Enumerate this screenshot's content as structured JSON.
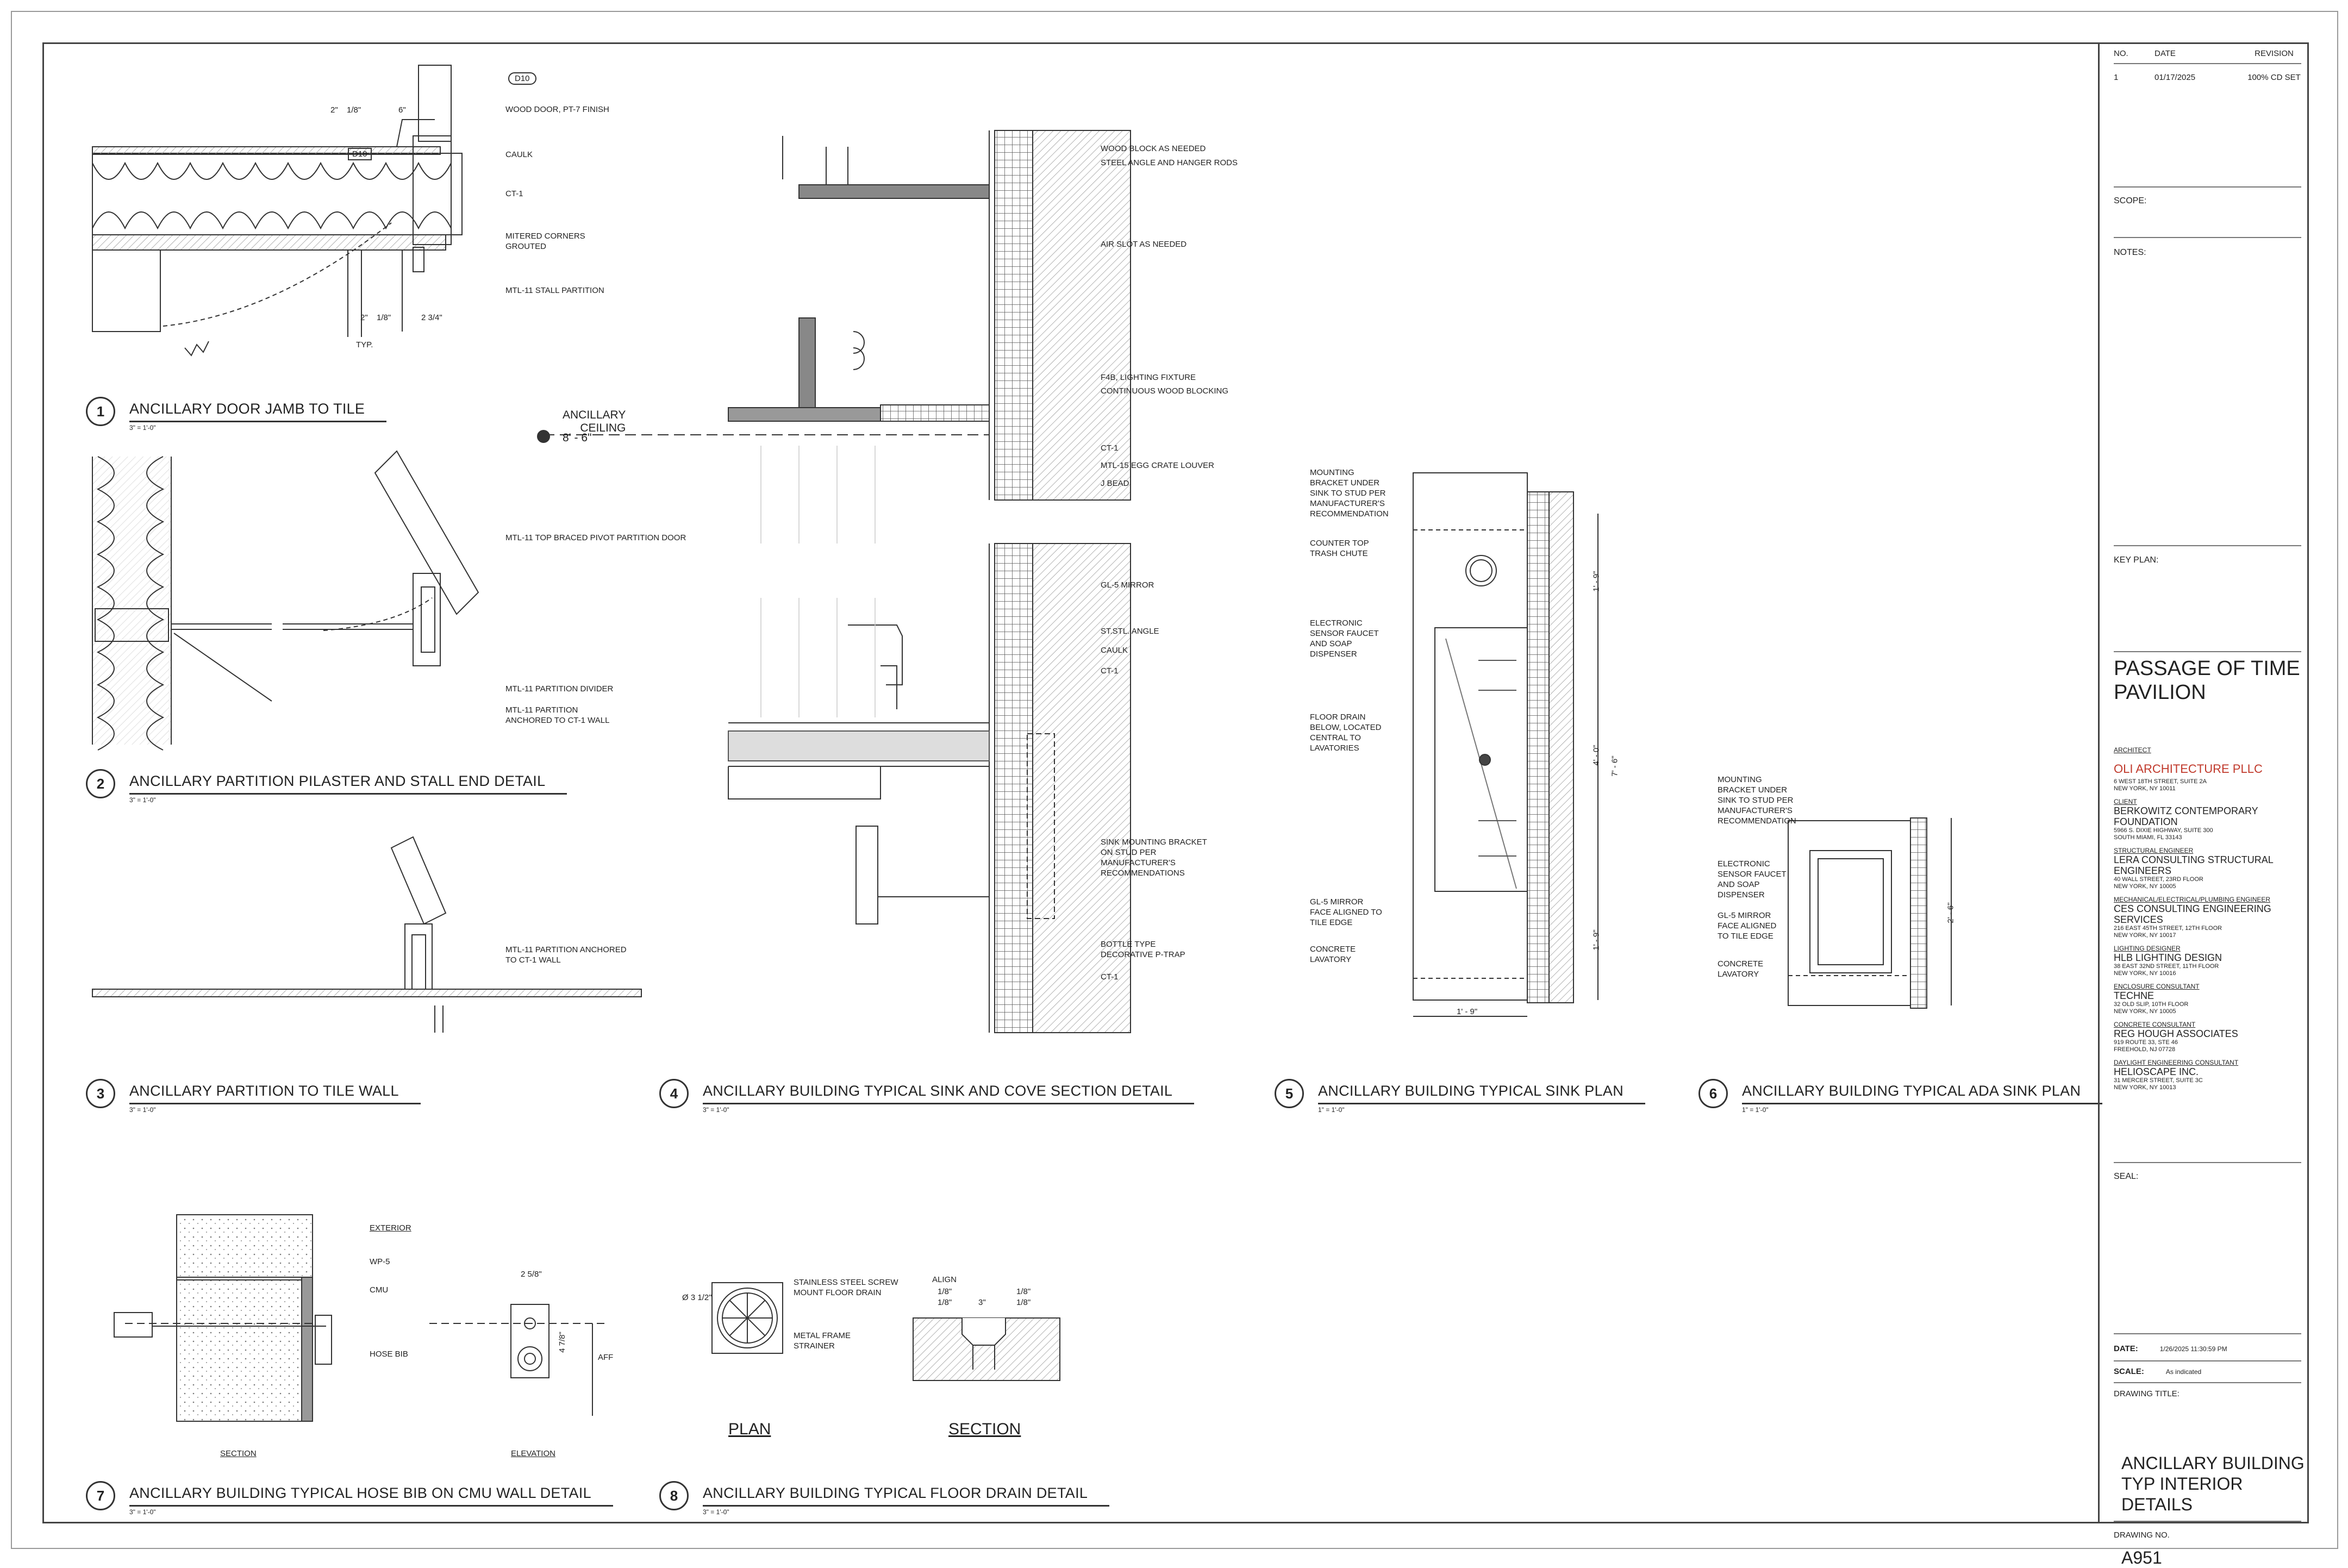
{
  "details": [
    {
      "num": "1",
      "title": "ANCILLARY DOOR JAMB TO TILE",
      "scale": "3\" = 1'-0\"",
      "labels": [
        "WOOD DOOR, PT-7 FINISH",
        "CAULK",
        "CT-1",
        "MITERED CORNERS\nGROUTED",
        "MTL-11 STALL PARTITION"
      ],
      "dims": [
        "2\"",
        "1/8\"",
        "6\"",
        "2\"",
        "1/8\"",
        "2 3/4\"",
        "TYP.",
        "D10",
        "D10"
      ]
    },
    {
      "num": "2",
      "title": "ANCILLARY PARTITION PILASTER AND STALL END DETAIL",
      "scale": "3\" = 1'-0\"",
      "labels": [
        "MTL-11 TOP BRACED PIVOT PARTITION DOOR",
        "MTL-11 PARTITION DIVIDER",
        "MTL-11 PARTITION\nANCHORED TO CT-1 WALL"
      ]
    },
    {
      "num": "3",
      "title": "ANCILLARY PARTITION TO TILE WALL",
      "scale": "3\" = 1'-0\"",
      "labels": [
        "MTL-11 PARTITION ANCHORED\nTO CT-1 WALL"
      ]
    },
    {
      "num": "4",
      "title": "ANCILLARY BUILDING TYPICAL SINK AND COVE SECTION DETAIL",
      "scale": "3\" = 1'-0\"",
      "labels": [
        "WOOD BLOCK AS NEEDED",
        "STEEL ANGLE AND HANGER RODS",
        "AIR SLOT AS NEEDED",
        "F4b, LIGHTING FIXTURE",
        "CONTINUOUS WOOD BLOCKING",
        "CT-1",
        "MTL-15 EGG CRATE LOUVER",
        "J BEAD",
        "GL-5 MIRROR",
        "ST.STL. ANGLE",
        "CAULK",
        "CT-1",
        "SINK MOUNTING BRACKET\nON STUD PER\nMANUFACTURER'S\nRECOMMENDATIONS",
        "BOTTLE TYPE\nDECORATIVE P-TRAP",
        "CT-1"
      ],
      "ceiling": "ANCILLARY\nCEILING",
      "ceiling_height": "8' - 6\""
    },
    {
      "num": "5",
      "title": "ANCILLARY BUILDING TYPICAL SINK PLAN",
      "scale": "1\" = 1'-0\"",
      "labels": [
        "MOUNTING\nBRACKET UNDER\nSINK TO STUD PER\nMANUFACTURER'S\nRECOMMENDATION",
        "COUNTER TOP\nTRASH CHUTE",
        "ELECTRONIC\nSENSOR FAUCET\nAND SOAP\nDISPENSER",
        "FLOOR DRAIN\nBELOW, LOCATED\nCENTRAL TO\nLAVATORIES",
        "GL-5 MIRROR\nFACE ALIGNED TO\nTILE EDGE",
        "CONCRETE\nLAVATORY"
      ],
      "dims": [
        "1' - 9\"",
        "4' - 0\"",
        "7' - 6\"",
        "1' - 9\"",
        "1' - 9\""
      ]
    },
    {
      "num": "6",
      "title": "ANCILLARY BUILDING TYPICAL ADA SINK PLAN",
      "scale": "1\" = 1'-0\"",
      "labels": [
        "MOUNTING\nBRACKET UNDER\nSINK TO STUD PER\nMANUFACTURER'S\nRECOMMENDATION",
        "ELECTRONIC\nSENSOR FAUCET\nAND SOAP\nDISPENSER",
        "GL-5 MIRROR\nFACE ALIGNED\nTO TILE EDGE",
        "CONCRETE\nLAVATORY"
      ],
      "dims": [
        "2' - 6\""
      ]
    },
    {
      "num": "7",
      "title": "ANCILLARY BUILDING TYPICAL HOSE BIB ON CMU WALL DETAIL",
      "scale": "3\" = 1'-0\"",
      "labels": [
        "EXTERIOR",
        "WP-5",
        "CMU",
        "HOSE BIB",
        "SECTION",
        "ELEVATION",
        "AFF"
      ],
      "dims": [
        "2 5/8\"",
        "4 7/8\""
      ]
    },
    {
      "num": "8",
      "title": "ANCILLARY BUILDING TYPICAL FLOOR DRAIN DETAIL",
      "scale": "3\" = 1'-0\"",
      "labels": [
        "STAINLESS STEEL SCREW\nMOUNT FLOOR DRAIN",
        "METAL FRAME\nSTRAINER",
        "ALIGN",
        "PLAN",
        "SECTION"
      ],
      "dims": [
        "Ø 3 1/2\"",
        "1/8\"",
        "1/8\"",
        "3\"",
        "1/8\"",
        "1/8\""
      ]
    }
  ],
  "titleblock": {
    "rev_headers": [
      "NO.",
      "DATE",
      "REVISION"
    ],
    "rev_rows": [
      [
        "1",
        "01/17/2025",
        "100% CD SET"
      ]
    ],
    "scope": "SCOPE:",
    "notes": "NOTES:",
    "keyplan": "KEY PLAN:",
    "project": "PASSAGE OF TIME PAVILION",
    "team": [
      {
        "role": "ARCHITECT",
        "name": "OLI ARCHITECTURE PLLC",
        "addr": "6 WEST 18TH STREET, SUITE 2A\nNEW YORK, NY 10011"
      },
      {
        "role": "CLIENT",
        "name": "BERKOWITZ CONTEMPORARY FOUNDATION",
        "addr": "5966 S. DIXIE HIGHWAY, SUITE 300\nSOUTH MIAMI, FL 33143"
      },
      {
        "role": "STRUCTURAL ENGINEER",
        "name": "LERA CONSULTING STRUCTURAL ENGINEERS",
        "addr": "40 WALL STREET, 23RD FLOOR\nNEW YORK, NY 10005"
      },
      {
        "role": "MECHANICAL/ELECTRICAL/PLUMBING ENGINEER",
        "name": "CES CONSULTING ENGINEERING SERVICES",
        "addr": "216 EAST 45TH STREET, 12TH FLOOR\nNEW YORK, NY 10017"
      },
      {
        "role": "LIGHTING DESIGNER",
        "name": "HLB LIGHTING DESIGN",
        "addr": "38 EAST 32ND STREET, 11TH FLOOR\nNEW YORK, NY 10016"
      },
      {
        "role": "ENCLOSURE CONSULTANT",
        "name": "TECHNE",
        "addr": "32 OLD SLIP, 10TH FLOOR\nNEW YORK, NY 10005"
      },
      {
        "role": "CONCRETE CONSULTANT",
        "name": "REG HOUGH ASSOCIATES",
        "addr": "919 ROUTE 33, STE 46\nFREEHOLD, NJ 07728"
      },
      {
        "role": "DAYLIGHT ENGINEERING CONSULTANT",
        "name": "HELIOSCAPE INC.",
        "addr": "31 MERCER STREET, SUITE 3C\nNEW YORK, NY 10013"
      }
    ],
    "seal": "SEAL:",
    "date_label": "DATE:",
    "date_value": "1/26/2025 11:30:59 PM",
    "scale_label": "SCALE:",
    "scale_value": "As indicated",
    "title_label": "DRAWING TITLE:",
    "drawing_title": "ANCILLARY BUILDING TYP INTERIOR DETAILS",
    "no_label": "DRAWING NO.",
    "drawing_no": "A951"
  }
}
